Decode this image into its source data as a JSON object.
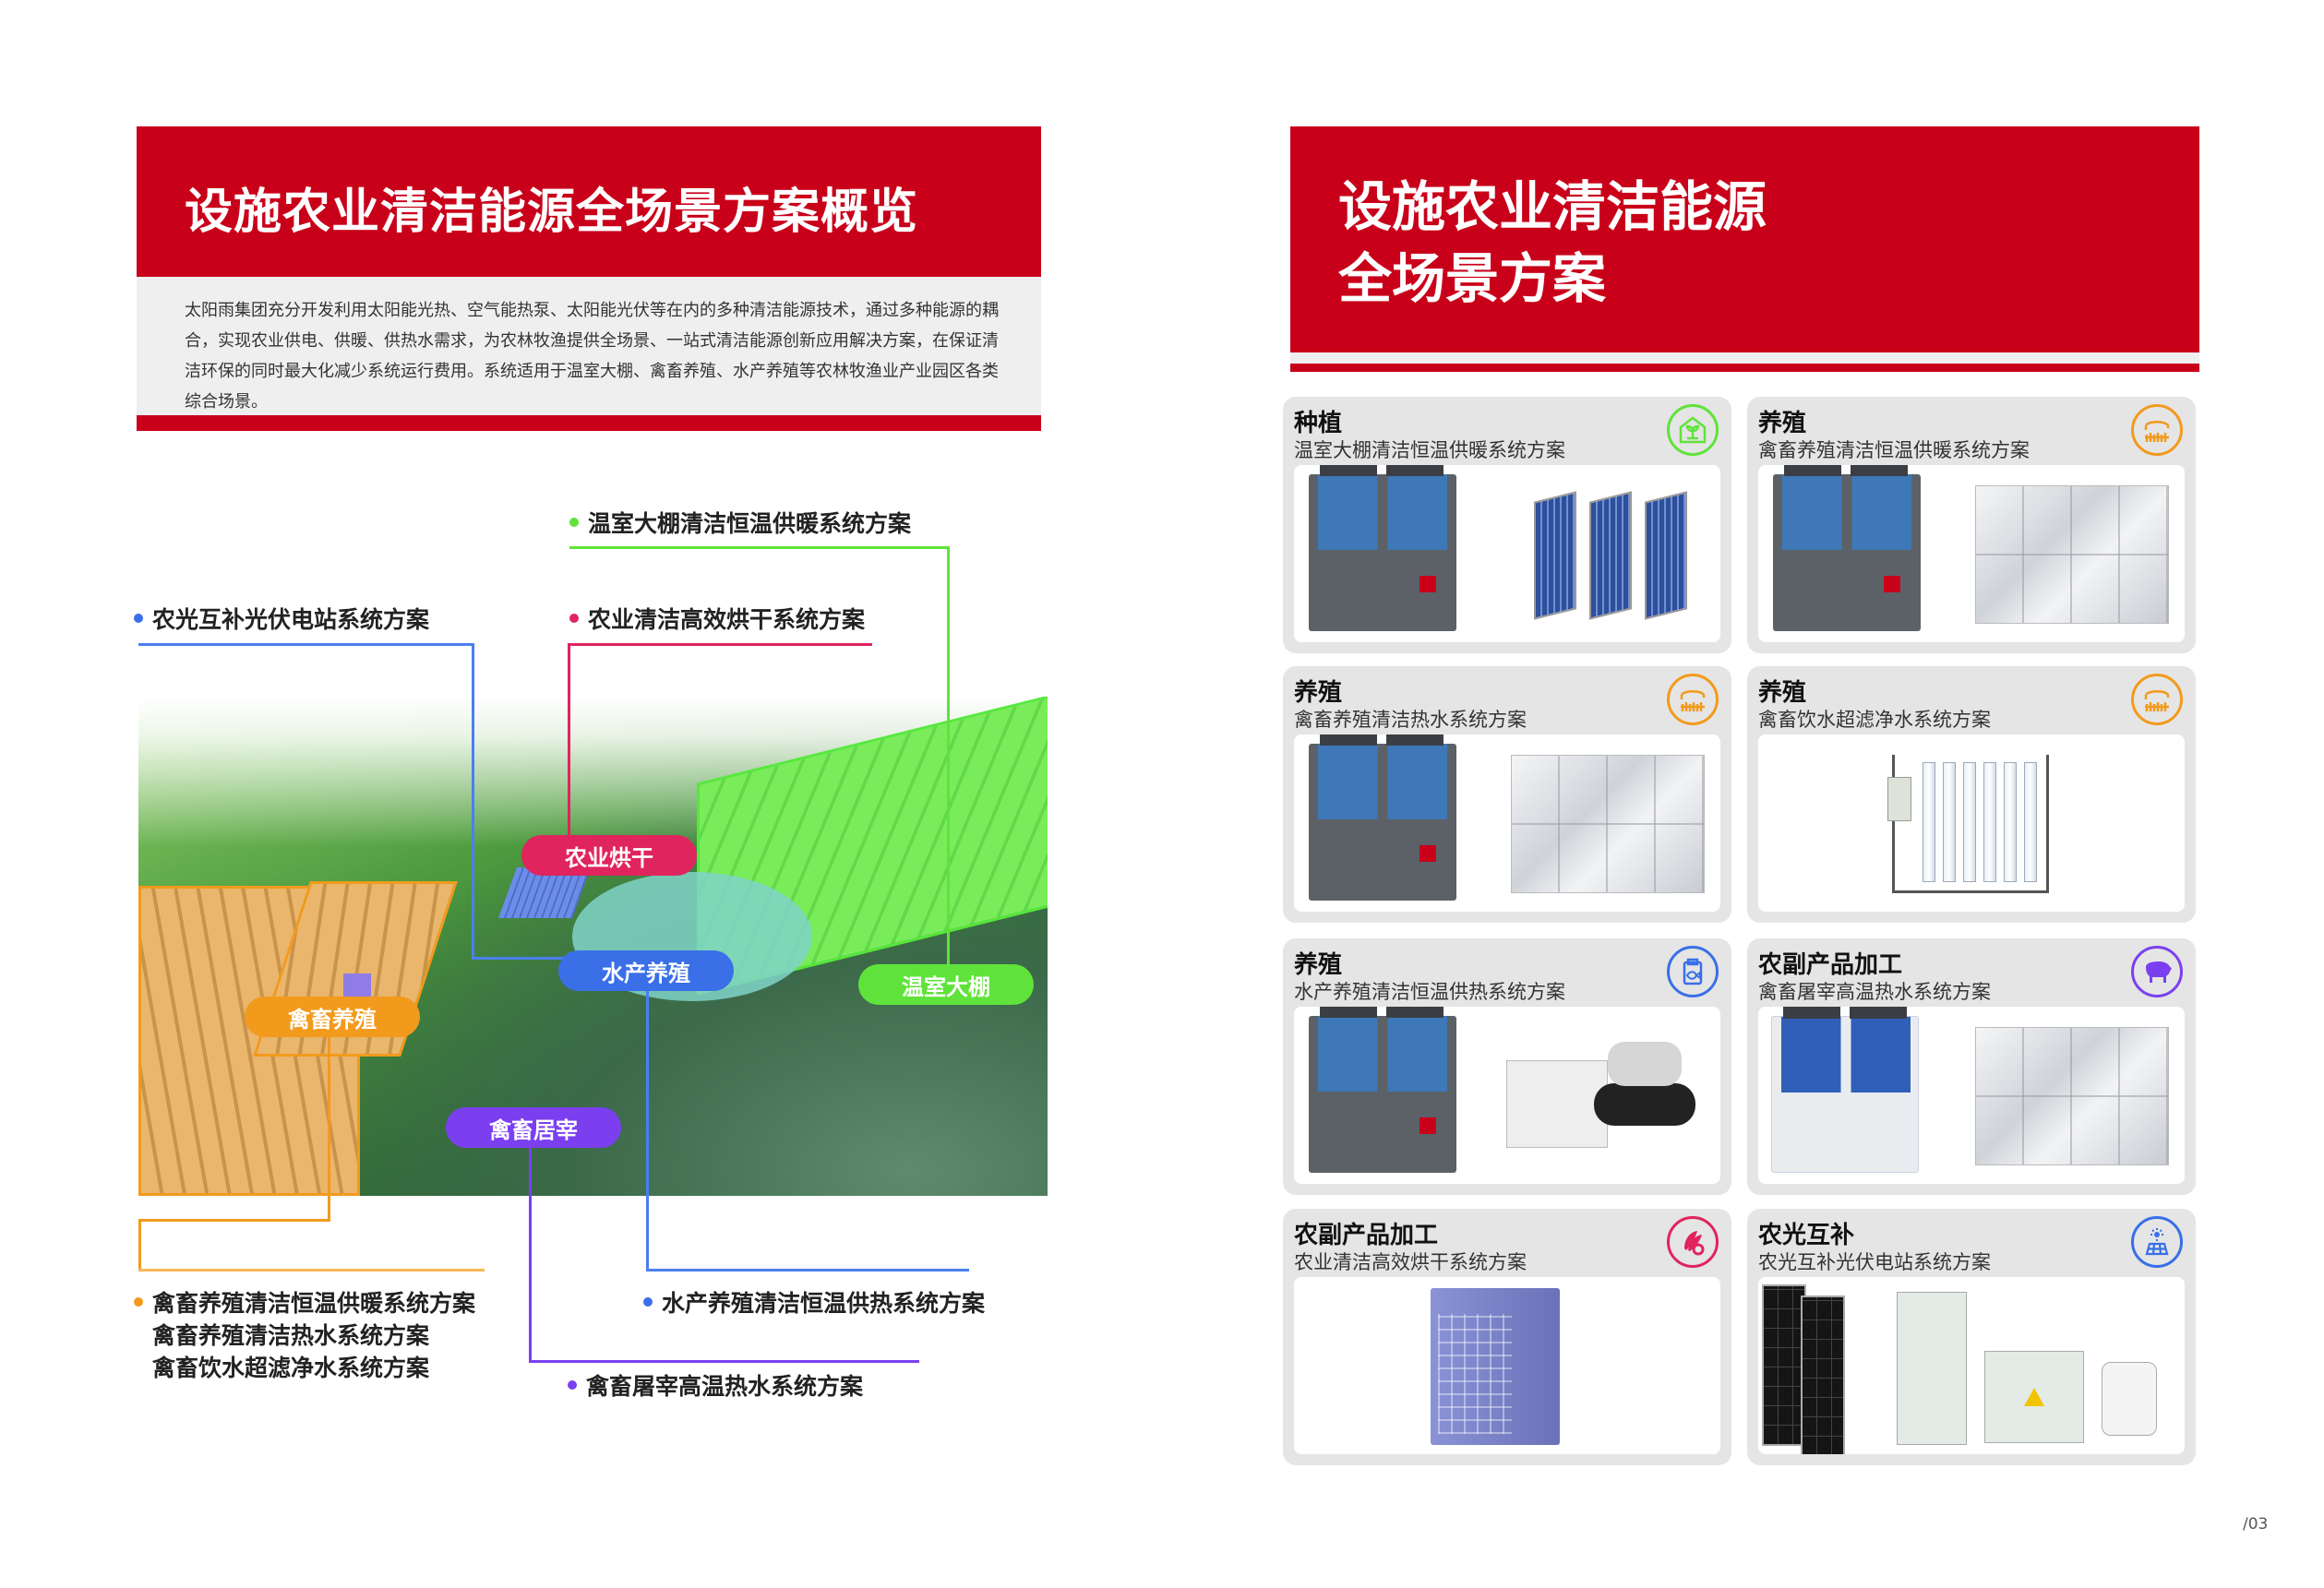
{
  "left_page": {
    "title": "设施农业清洁能源全场景方案概览",
    "description": "太阳雨集团充分开发利用太阳能光热、空气能热泵、太阳能光伏等在内的多种清洁能源技术，通过多种能源的耦合，实现农业供电、供暖、供热水需求，为农林牧渔提供全场景、一站式清洁能源创新应用解决方案，在保证清洁环保的同时最大化减少系统运行费用。系统适用于温室大棚、禽畜养殖、水产养殖等农林牧渔业产业园区各类综合场景。",
    "map_labels": {
      "drying": "农业烘干",
      "aquaculture": "水产养殖",
      "greenhouse": "温室大棚",
      "livestock": "禽畜养殖",
      "slaughter": "禽畜居宰"
    },
    "callouts": {
      "greenhouse": "温室大棚清洁恒温供暖系统方案",
      "pv": "农光互补光伏电站系统方案",
      "drying": "农业清洁高效烘干系统方案",
      "livestock": [
        "禽畜养殖清洁恒温供暖系统方案",
        "禽畜养殖清洁热水系统方案",
        "禽畜饮水超滤净水系统方案"
      ],
      "aquaculture": "水产养殖清洁恒温供热系统方案",
      "slaughter": "禽畜屠宰高温热水系统方案"
    },
    "colors": {
      "red": "#c9001a",
      "green": "#5fe33a",
      "blue": "#3a6fe8",
      "pink": "#e0245e",
      "orange": "#f29a1c",
      "purple": "#7b3ff0"
    }
  },
  "right_page": {
    "title_line1": "设施农业清洁能源",
    "title_line2": "全场景方案",
    "cards": [
      {
        "category": "种植",
        "subtitle": "温室大棚清洁恒温供暖系统方案",
        "icon": "greenhouse-plant-icon",
        "color": "#5fe33a"
      },
      {
        "category": "养殖",
        "subtitle": "禽畜养殖清洁恒温供暖系统方案",
        "icon": "livestock-barn-icon",
        "color": "#f29a1c"
      },
      {
        "category": "养殖",
        "subtitle": "禽畜养殖清洁热水系统方案",
        "icon": "livestock-barn-icon",
        "color": "#f29a1c"
      },
      {
        "category": "养殖",
        "subtitle": "禽畜饮水超滤净水系统方案",
        "icon": "livestock-barn-icon",
        "color": "#f29a1c"
      },
      {
        "category": "养殖",
        "subtitle": "水产养殖清洁恒温供热系统方案",
        "icon": "fish-tank-icon",
        "color": "#3a6fe8"
      },
      {
        "category": "农副产品加工",
        "subtitle": "禽畜屠宰高温热水系统方案",
        "icon": "pig-icon",
        "color": "#7b3ff0"
      },
      {
        "category": "农副产品加工",
        "subtitle": "农业清洁高效烘干系统方案",
        "icon": "grain-gear-icon",
        "color": "#e0245e"
      },
      {
        "category": "农光互补",
        "subtitle": "农光互补光伏电站系统方案",
        "icon": "solar-panel-icon",
        "color": "#3a6fe8"
      }
    ]
  },
  "page_number": "/03"
}
